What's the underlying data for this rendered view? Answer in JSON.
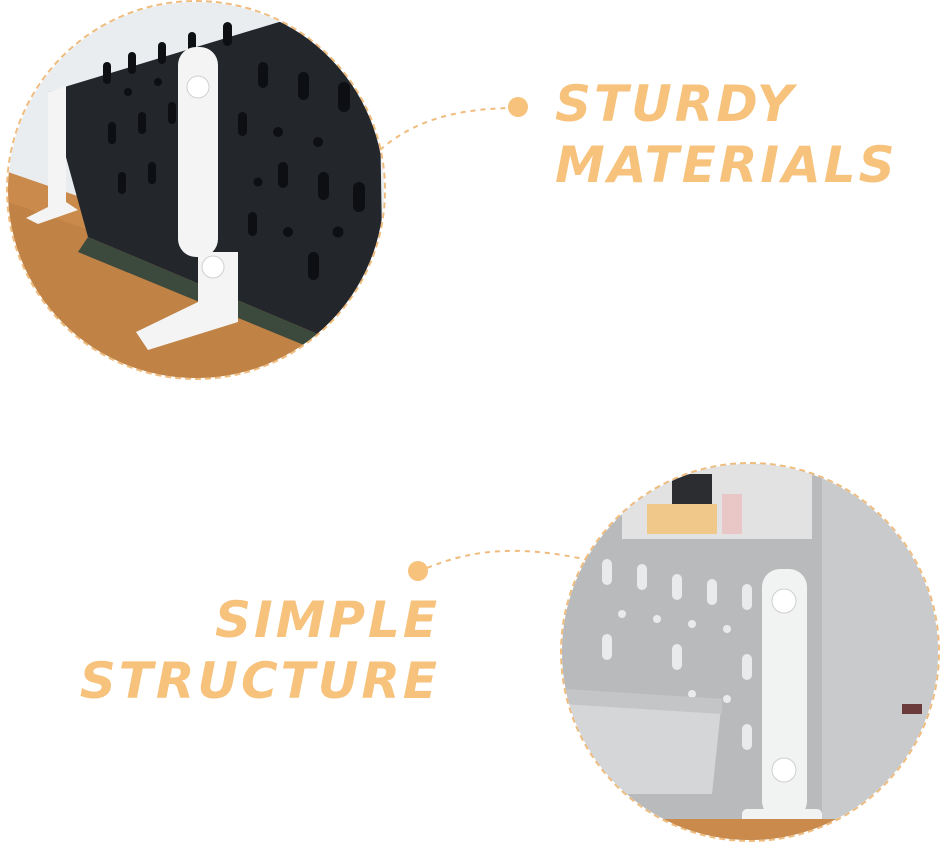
{
  "features": [
    {
      "line1": "STURDY",
      "line2": "MATERIALS"
    },
    {
      "line1": "SIMPLE",
      "line2": "STRUCTURE"
    }
  ],
  "colors": {
    "accent": "#f6c27c",
    "dashed_line": "#f0bc7e",
    "pegboard_black": "#23262b",
    "pegboard_gray": "#b9babc",
    "bracket_white": "#f4f4f4",
    "desk_wood": "#c98a4c"
  },
  "photos": [
    {
      "subject": "black-pegboard-with-white-brackets"
    },
    {
      "subject": "gray-pegboard-with-white-bracket-and-bin"
    }
  ]
}
